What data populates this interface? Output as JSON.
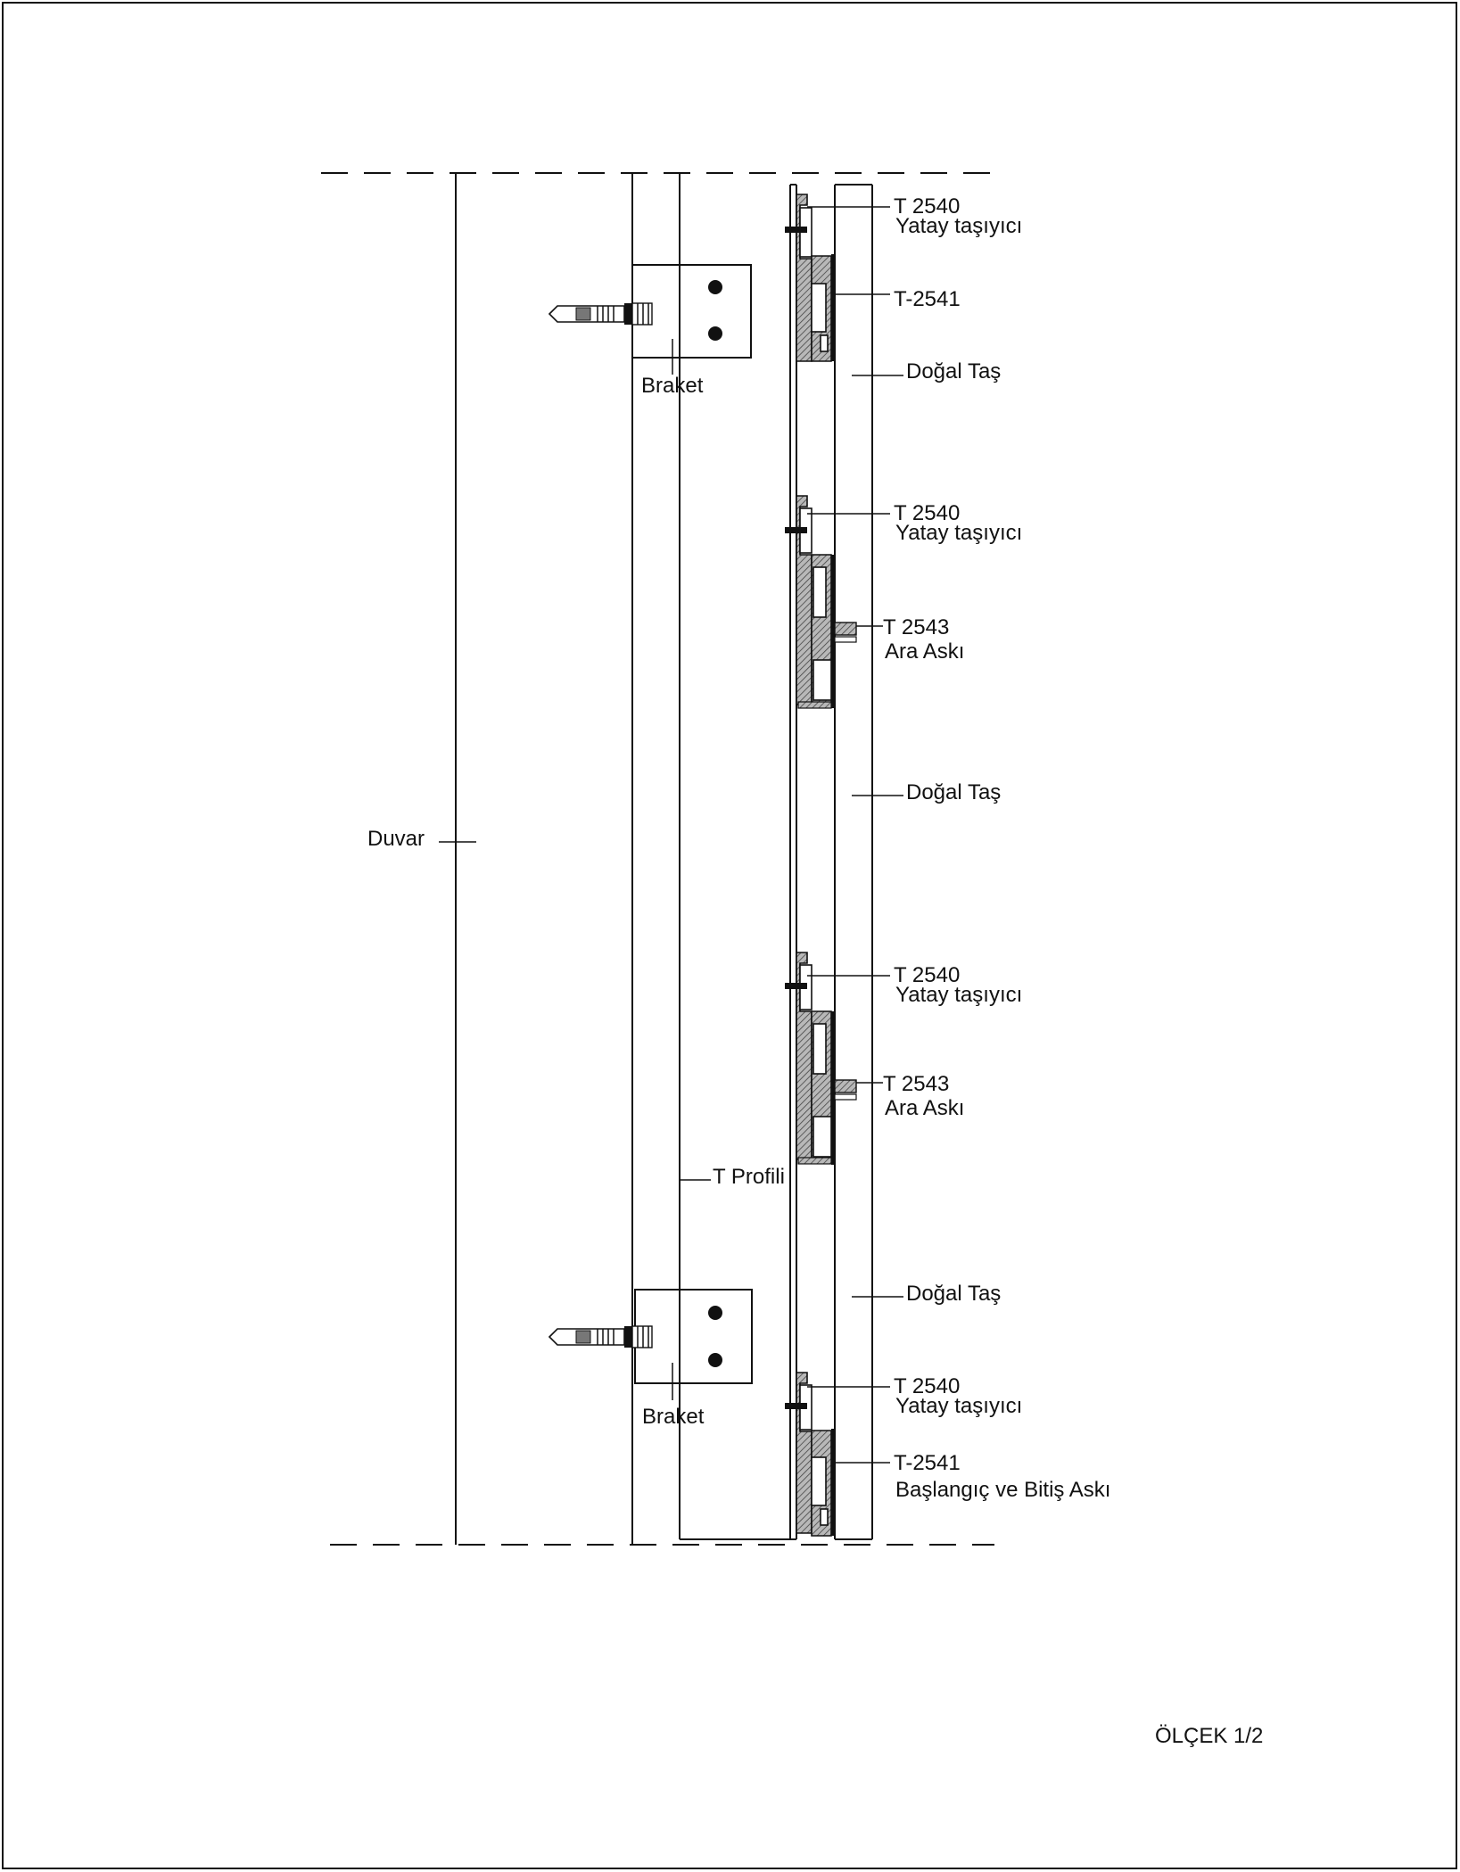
{
  "labels": {
    "wall": "Duvar",
    "t_profile": "T Profili",
    "bracket_top": "Braket",
    "bracket_bottom": "Braket",
    "horizontal_carrier": [
      {
        "code": "T 2540",
        "name": "Yatay taşıyıcı"
      },
      {
        "code": "T 2540",
        "name": "Yatay taşıyıcı"
      },
      {
        "code": "T 2540",
        "name": "Yatay taşıyıcı"
      },
      {
        "code": "T 2540",
        "name": "Yatay taşıyıcı"
      }
    ],
    "hanger_top": {
      "code": "T-2541"
    },
    "hanger_bottom": {
      "code": "T-2541",
      "name": "Başlangıç ve Bitiş Askı"
    },
    "intermediate_hanger": [
      {
        "code": "T 2543",
        "name": "Ara Askı"
      },
      {
        "code": "T 2543",
        "name": "Ara Askı"
      }
    ],
    "natural_stone": [
      "Doğal Taş",
      "Doğal Taş",
      "Doğal Taş"
    ]
  },
  "scale": "ÖLÇEK 1/2"
}
